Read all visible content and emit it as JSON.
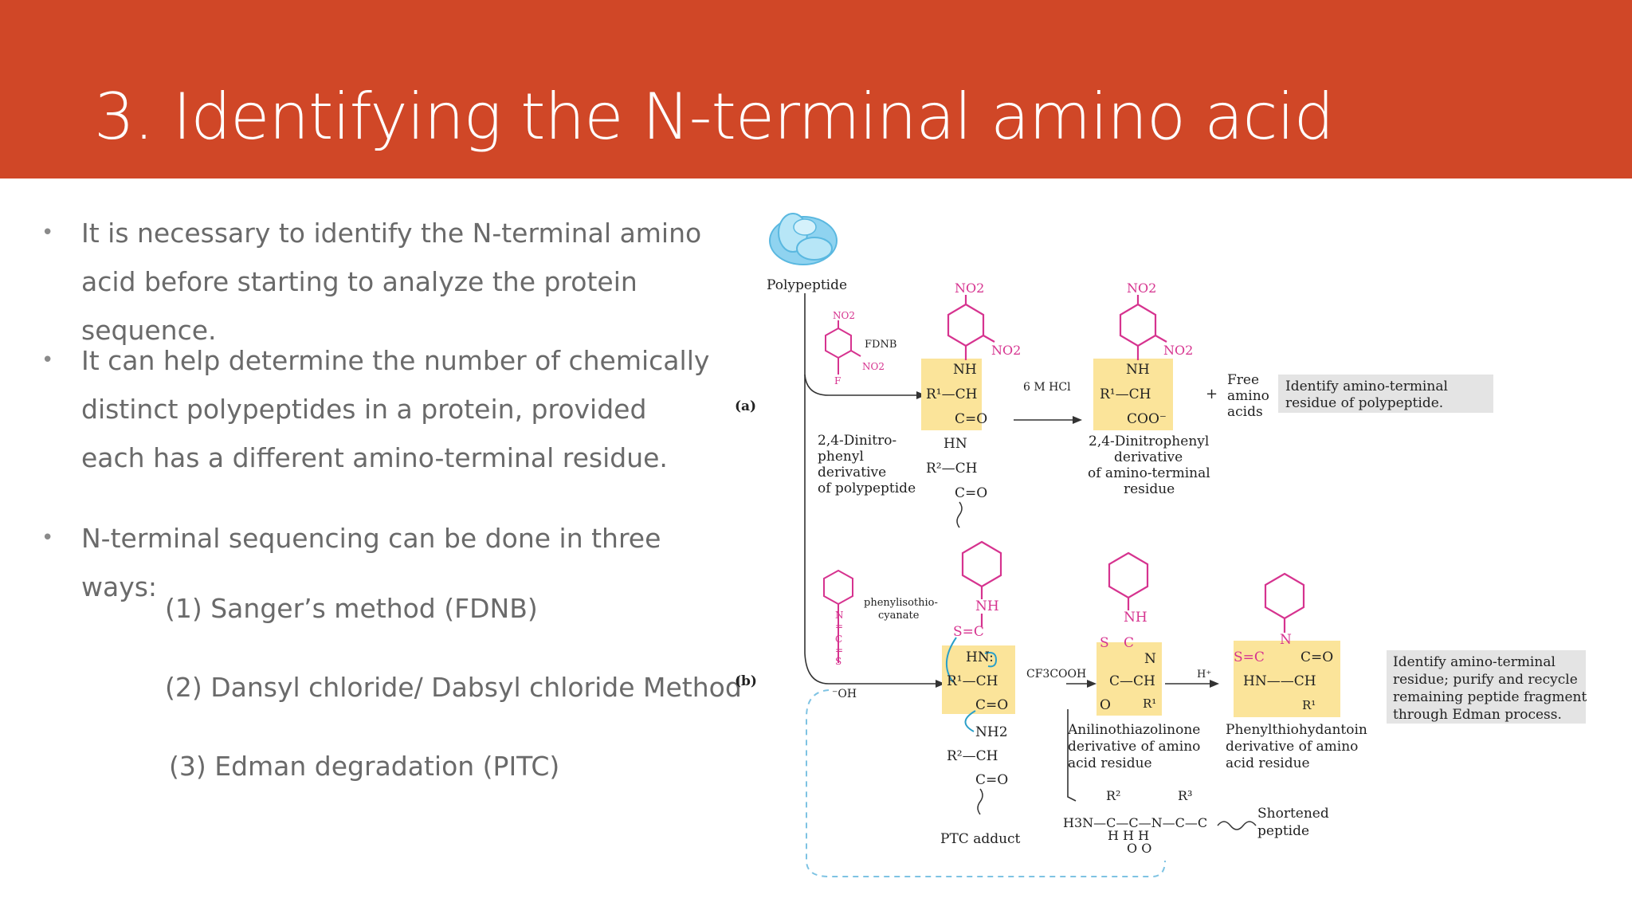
{
  "slide": {
    "title": "3. Identifying the N-terminal amino acid",
    "bullets": [
      "It is necessary to identify the N-terminal amino acid before starting to analyze the protein sequence.",
      "It can help determine the number of chemically distinct polypeptides in a protein, provided each has a different amino-terminal residue.",
      "N-terminal sequencing can be done in three ways:"
    ],
    "methods": [
      "(1) Sanger’s method (FDNB)",
      "(2) Dansyl chloride/ Dabsyl chloride Method",
      "(3) Edman degradation (PITC)"
    ],
    "bullet_glyph": "•"
  },
  "figure": {
    "polypeptide": "Polypeptide",
    "part_a": "(a)",
    "part_b": "(b)",
    "no2": "NO2",
    "fdnb": "FDNB",
    "f": "F",
    "nh": "NH",
    "hn": "HN",
    "r1ch": "R¹—CH",
    "r2ch": "R²—CH",
    "co": "C=O",
    "coo": "COO⁻",
    "reagent_hcl": "6 M HCl",
    "plus": "+",
    "free_amino_acids": [
      "Free",
      "amino",
      "acids"
    ],
    "dnp_polypeptide": [
      "2,4-Dinitro-",
      "phenyl",
      "derivative",
      "of polypeptide"
    ],
    "dnp_residue": [
      "2,4-Dinitrophenyl",
      "derivative",
      "of amino-terminal",
      "residue"
    ],
    "note_a": [
      "Identify amino-terminal",
      "residue of polypeptide."
    ],
    "pitc_label": [
      "phenylisothio-",
      "cyanate"
    ],
    "pitc_chain": [
      "N",
      "=",
      "C",
      "=",
      "S"
    ],
    "oh": "⁻OH",
    "s_eq_c": "S=C",
    "hn_colon": "HN:",
    "nh2": "NH2",
    "ptc_adduct": "PTC adduct",
    "cf3cooh": "CF3COOH",
    "h_plus": "H⁺",
    "s": "S",
    "c": "C",
    "n": "N",
    "o": "O",
    "r1": "R¹",
    "r2": "R²",
    "r3": "R³",
    "c_ch": "C—CH",
    "hn_ch": "HN——CH",
    "s_c": "S=C",
    "c_o": "C=O",
    "anilino": [
      "Anilinothiazolinone",
      "derivative of amino",
      "acid residue"
    ],
    "phenylthio": [
      "Phenylthiohydantoin",
      "derivative of amino",
      "acid residue"
    ],
    "note_b": [
      "Identify amino-terminal",
      "residue; purify and recycle",
      "remaining peptide fragment",
      "through Edman process."
    ],
    "shortened": [
      "Shortened",
      "peptide"
    ],
    "h3n": "H3N—C—C—N—C—C",
    "h_row": "H       H   H",
    "o_row": "O         O"
  },
  "colors": {
    "header": "#d04727",
    "highlight": "#fbe49a",
    "ring_magenta": "#d6338f",
    "note_bg": "#e4e4e4",
    "protein_blue": "#8fd3f0",
    "dashed_blue": "#7ec3e3"
  }
}
